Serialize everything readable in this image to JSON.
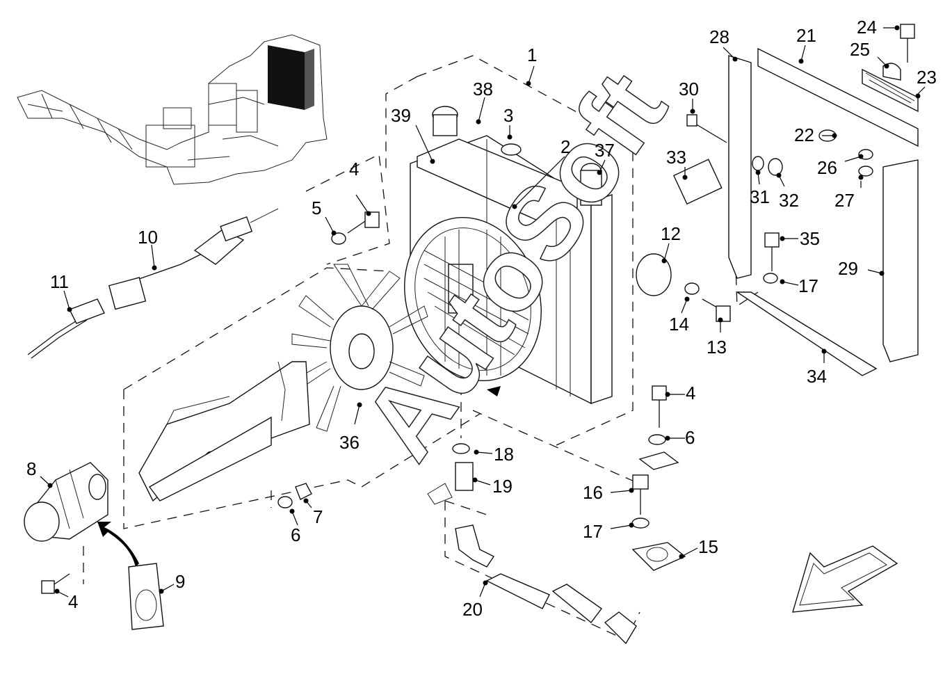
{
  "watermark": "AutoSoft",
  "callouts": [
    {
      "id": "c1",
      "label": "1"
    },
    {
      "id": "c2",
      "label": "2"
    },
    {
      "id": "c3",
      "label": "3"
    },
    {
      "id": "c4a",
      "label": "4"
    },
    {
      "id": "c4b",
      "label": "4"
    },
    {
      "id": "c4c",
      "label": "4"
    },
    {
      "id": "c5",
      "label": "5"
    },
    {
      "id": "c6a",
      "label": "6"
    },
    {
      "id": "c6b",
      "label": "6"
    },
    {
      "id": "c7",
      "label": "7"
    },
    {
      "id": "c8",
      "label": "8"
    },
    {
      "id": "c9",
      "label": "9"
    },
    {
      "id": "c10",
      "label": "10"
    },
    {
      "id": "c11",
      "label": "11"
    },
    {
      "id": "c12",
      "label": "12"
    },
    {
      "id": "c13",
      "label": "13"
    },
    {
      "id": "c14",
      "label": "14"
    },
    {
      "id": "c15",
      "label": "15"
    },
    {
      "id": "c16",
      "label": "16"
    },
    {
      "id": "c17a",
      "label": "17"
    },
    {
      "id": "c17b",
      "label": "17"
    },
    {
      "id": "c18",
      "label": "18"
    },
    {
      "id": "c19",
      "label": "19"
    },
    {
      "id": "c20",
      "label": "20"
    },
    {
      "id": "c21",
      "label": "21"
    },
    {
      "id": "c22",
      "label": "22"
    },
    {
      "id": "c23",
      "label": "23"
    },
    {
      "id": "c24",
      "label": "24"
    },
    {
      "id": "c25",
      "label": "25"
    },
    {
      "id": "c26",
      "label": "26"
    },
    {
      "id": "c27",
      "label": "27"
    },
    {
      "id": "c28",
      "label": "28"
    },
    {
      "id": "c29",
      "label": "29"
    },
    {
      "id": "c30",
      "label": "30"
    },
    {
      "id": "c31",
      "label": "31"
    },
    {
      "id": "c32",
      "label": "32"
    },
    {
      "id": "c33",
      "label": "33"
    },
    {
      "id": "c34",
      "label": "34"
    },
    {
      "id": "c35",
      "label": "35"
    },
    {
      "id": "c36",
      "label": "36"
    },
    {
      "id": "c37",
      "label": "37"
    },
    {
      "id": "c38",
      "label": "38"
    },
    {
      "id": "c39",
      "label": "39"
    }
  ]
}
